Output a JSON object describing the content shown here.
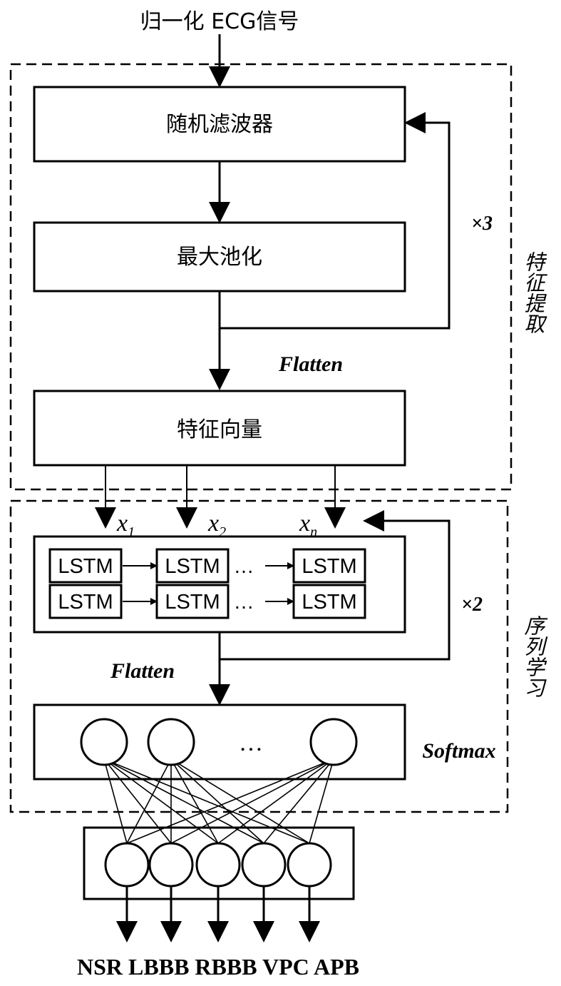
{
  "input_label": "归一化 ECG信号",
  "blocks": {
    "random_filter": "随机滤波器",
    "max_pool": "最大池化",
    "feature_vector": "特征向量"
  },
  "labels": {
    "flatten_top": "Flatten",
    "flatten_bottom": "Flatten",
    "repeat_top": "×3",
    "repeat_bottom": "×2",
    "softmax": "Softmax",
    "section_feature": "特征提取",
    "section_sequence": "序列学习"
  },
  "inputs": {
    "x1": {
      "base": "x",
      "sub": "1"
    },
    "x2": {
      "base": "x",
      "sub": "2"
    },
    "xn": {
      "base": "x",
      "sub": "n"
    }
  },
  "lstm": {
    "cell": "LSTM",
    "ellipsis": "…"
  },
  "softmax_ellipsis": "…",
  "outputs": [
    "NSR",
    "LBBB",
    "RBBB",
    "VPC",
    "APB"
  ]
}
